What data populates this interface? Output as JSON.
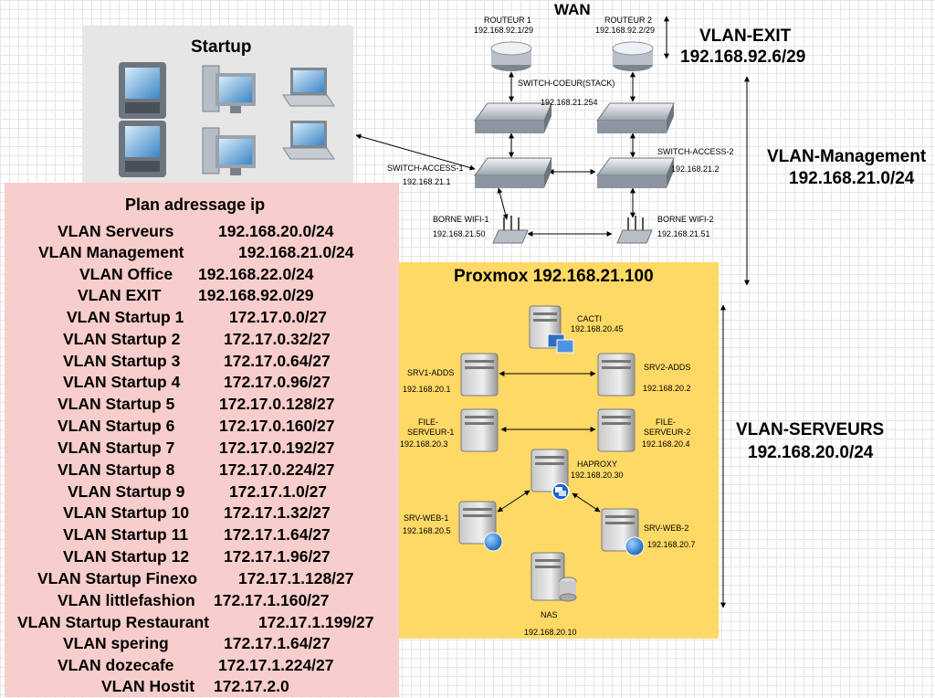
{
  "wan": {
    "title": "WAN"
  },
  "routers": [
    {
      "name": "ROUTEUR 1",
      "ip": "192.168.92.1/29"
    },
    {
      "name": "ROUTEUR 2",
      "ip": "192.168.92.2/29"
    }
  ],
  "core": {
    "name": "SWITCH-COEUR(STACK)",
    "ip": "192.168.21.254"
  },
  "access": [
    {
      "name": "SWITCH-ACCESS-1",
      "ip": "192.168.21.1"
    },
    {
      "name": "SWITCH-ACCESS-2",
      "ip": "192.168.21.2"
    }
  ],
  "wifi": [
    {
      "name": "BORNE WIFI-1",
      "ip": "192.168.21.50"
    },
    {
      "name": "BORNE WIFI-2",
      "ip": "192.168.21.51"
    }
  ],
  "vlans": {
    "exit": {
      "name": "VLAN-EXIT",
      "net": "192.168.92.6/29"
    },
    "management": {
      "name": "VLAN-Management",
      "net": "192.168.21.0/24"
    },
    "servers": {
      "name": "VLAN-SERVEURS",
      "net": "192.168.20.0/24"
    }
  },
  "startup": {
    "title": "Startup"
  },
  "proxmox": {
    "title": "Proxmox 192.168.21.100"
  },
  "servers": {
    "cacti": {
      "name": "CACTI",
      "ip": "192.168.20.45"
    },
    "srv1": {
      "name": "SRV1-ADDS",
      "ip": "192.168.20.1"
    },
    "srv2": {
      "name": "SRV2-ADDS",
      "ip": "192.168.20.2"
    },
    "file1": {
      "name1": "FILE-",
      "name2": "SERVEUR-1",
      "ip": "192.168.20.3"
    },
    "file2": {
      "name1": "FILE-",
      "name2": "SERVEUR-2",
      "ip": "192.168.20.4"
    },
    "haproxy": {
      "name": "HAPROXY",
      "ip": "192.168.20.30"
    },
    "web1": {
      "name": "SRV-WEB-1",
      "ip": "192.168.20.5"
    },
    "web2": {
      "name": "SRV-WEB-2",
      "ip": "192.168.20.7"
    },
    "nas": {
      "name": "NAS",
      "ip": "192.168.20.10"
    }
  },
  "plan": {
    "title": "Plan adressage ip",
    "rows": [
      {
        "name": "VLAN Serveurs",
        "net": "192.168.20.0/24"
      },
      {
        "name": "VLAN Management",
        "net": "192.168.21.0/24"
      },
      {
        "name": "VLAN Office",
        "net": "192.168.22.0/24"
      },
      {
        "name": "VLAN EXIT",
        "net": "192.168.92.0/29"
      },
      {
        "name": "VLAN Startup 1",
        "net": "172.17.0.0/27"
      },
      {
        "name": "VLAN Startup 2",
        "net": "172.17.0.32/27"
      },
      {
        "name": "VLAN Startup 3",
        "net": "172.17.0.64/27"
      },
      {
        "name": "VLAN Startup 4",
        "net": "172.17.0.96/27"
      },
      {
        "name": "VLAN Startup 5",
        "net": "172.17.0.128/27"
      },
      {
        "name": "VLAN Startup 6",
        "net": "172.17.0.160/27"
      },
      {
        "name": "VLAN Startup 7",
        "net": "172.17.0.192/27"
      },
      {
        "name": "VLAN Startup 8",
        "net": "172.17.0.224/27"
      },
      {
        "name": "VLAN Startup 9",
        "net": "172.17.1.0/27"
      },
      {
        "name": "VLAN Startup 10",
        "net": "172.17.1.32/27"
      },
      {
        "name": "VLAN Startup 11",
        "net": "172.17.1.64/27"
      },
      {
        "name": "VLAN Startup 12",
        "net": "172.17.1.96/27"
      },
      {
        "name": "VLAN Startup Finexo",
        "net": "172.17.1.128/27"
      },
      {
        "name": "VLAN littlefashion",
        "net": "172.17.1.160/27"
      },
      {
        "name": "VLAN Startup Restaurant",
        "net": "172.17.1.199/27"
      },
      {
        "name": "VLAN spering",
        "net": "172.17.1.64/27"
      },
      {
        "name": "VLAN dozecafe",
        "net": "172.17.1.224/27"
      },
      {
        "name": "VLAN Hostit",
        "net": "172.17.2.0"
      }
    ]
  }
}
